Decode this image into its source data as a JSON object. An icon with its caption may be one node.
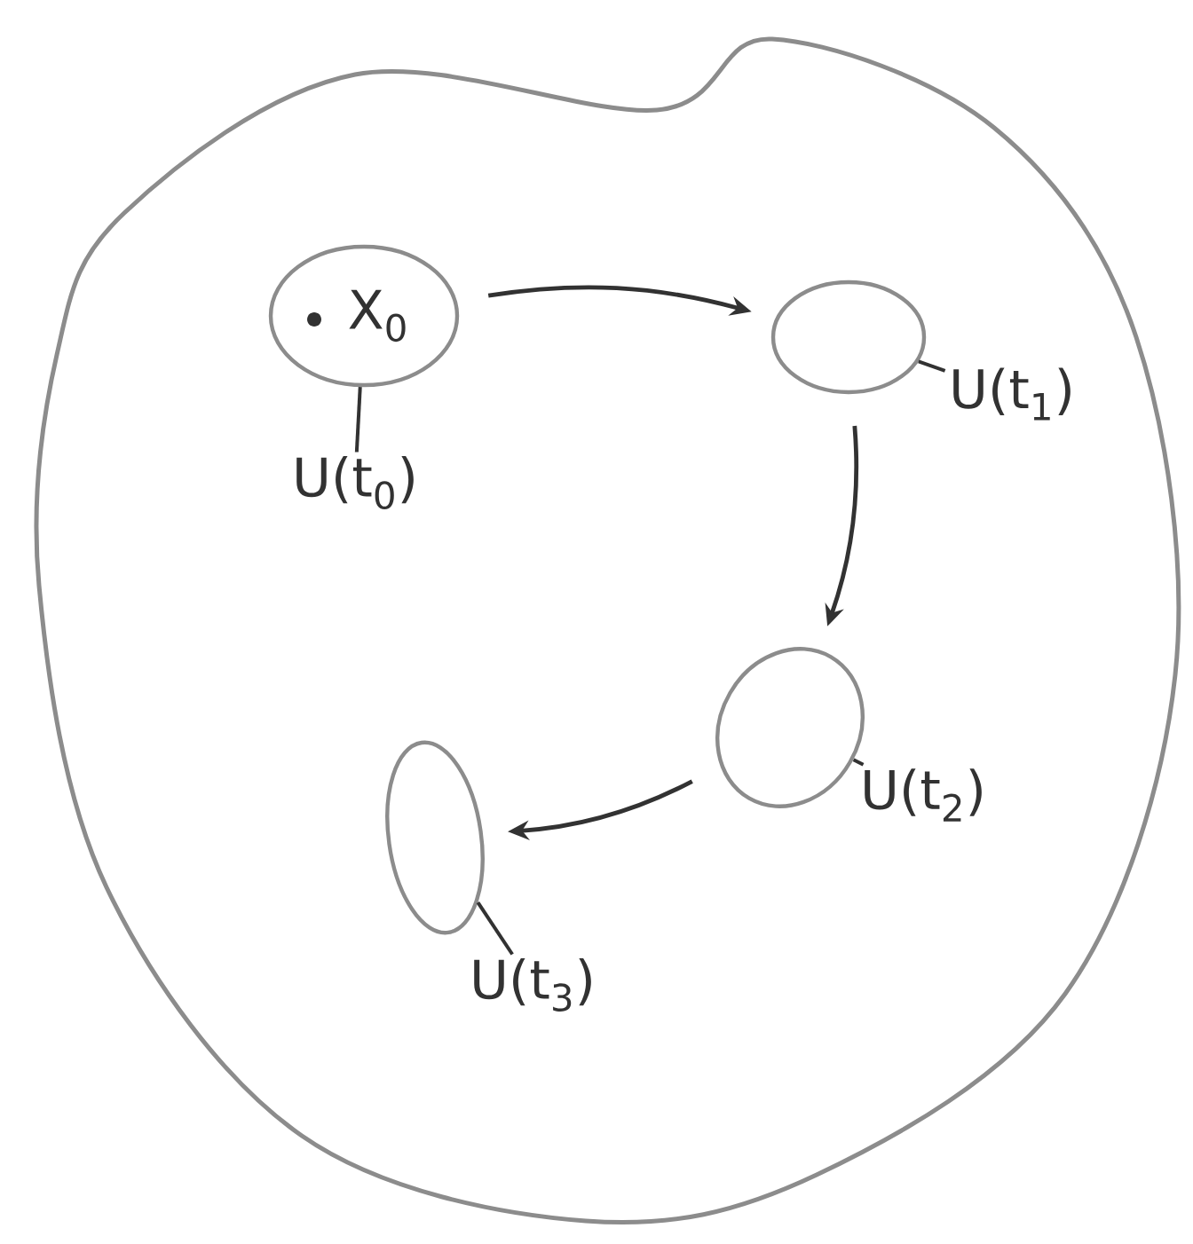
{
  "diagram": {
    "nodes": [
      {
        "text": [],
        "shape": "blob"
      },
      {
        "text": [
          "X$_{0}$"
        ],
        "in": 0
      },
      {
        "text": [
          "U(t$_{0}$)"
        ],
        "in": 0
      },
      {
        "text": [],
        "shape": "blob",
        "in": 0
      },
      {
        "text": [
          "U(t$_{1}$)"
        ],
        "in": 0
      },
      {
        "text": [],
        "shape": "blob",
        "in": 0
      },
      {
        "text": [
          "U(t$_{2}$)"
        ],
        "in": 0
      },
      {
        "text": [],
        "shape": "blob",
        "in": 0
      },
      {
        "text": [
          "U(t$_{3}$)"
        ],
        "in": 0
      }
    ],
    "edges": [
      {
        "from": 1,
        "to": 3,
        "arrow": "to"
      },
      {
        "from": 3,
        "to": 5,
        "arrow": "to"
      },
      {
        "from": 5,
        "to": 7,
        "arrow": "to"
      },
      {
        "from": 2,
        "to": 1,
        "arrow": "none"
      },
      {
        "from": 4,
        "to": 3,
        "arrow": "none"
      },
      {
        "from": 6,
        "to": 5,
        "arrow": "none"
      },
      {
        "from": 8,
        "to": 7,
        "arrow": "none"
      }
    ]
  }
}
